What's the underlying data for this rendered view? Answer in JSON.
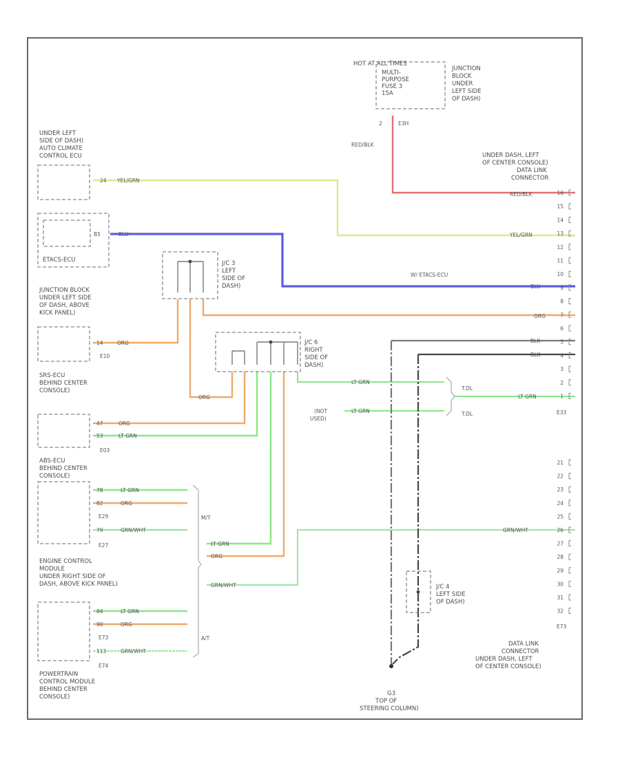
{
  "colors": {
    "red": "#e07070",
    "yellow": "#d6ec8c",
    "blue": "#5b5be6",
    "orange": "#f0a868",
    "green": "#86e886",
    "gray": "#777777",
    "black": "#444444"
  },
  "fuse": {
    "hot_label": "HOT AT ALL TIMES",
    "fuse_label": "MULTI- PURPOSE FUSE 3 15A",
    "jb_label": "JUNCTION BLOCK UNDER LEFT SIDE OF DASH)",
    "pin": "2",
    "conn": "E3H",
    "wire": "RED/BLK"
  },
  "dlc_top": {
    "title": "UNDER DASH, LEFT OF CENTER CONSOLE) DATA LINK CONNECTOR",
    "pins": [
      "16",
      "15",
      "14",
      "13",
      "12",
      "11",
      "10",
      "9",
      "8",
      "7",
      "6",
      "5",
      "4",
      "3",
      "2",
      "1"
    ],
    "conn": "E33"
  },
  "dlc_bottom": {
    "pins": [
      "21",
      "22",
      "23",
      "24",
      "25",
      "26",
      "27",
      "28",
      "29",
      "30",
      "31",
      "32"
    ],
    "conn": "E73",
    "title": "DATA LINK CONNECTOR UNDER DASH, LEFT OF CENTER CONSOLE)"
  },
  "components": {
    "auto_climate": {
      "label": "UNDER LEFT SIDE OF DASH) AUTO CLIMATE CONTROL ECU",
      "pin": "24"
    },
    "etacs": {
      "label": "ETACS-ECU",
      "pin": "B5"
    },
    "jc3": {
      "label": "J/C 3 LEFT SIDE OF DASH)"
    },
    "jb2": {
      "label": "JUNCTION BLOCK UNDER LEFT SIDE OF DASH, ABOVE KICK PANEL)"
    },
    "srs": {
      "label": "SRS-ECU BEHIND CENTER CONSOLE)",
      "pin": "14",
      "conn": "E10"
    },
    "jc6": {
      "label": "J/C 6 RIGHT SIDE OF DASH)"
    },
    "abs": {
      "label": "ABS-ECU BEHIND CENTER CONSOLE)",
      "pin1": "47",
      "pin2": "53",
      "conn": "E03"
    },
    "ecm": {
      "label": "ENGINE CONTROL MODULE UNDER RIGHT SIDE OF DASH, ABOVE KICK PANEL)",
      "pin1": "78",
      "pin2": "82",
      "pin3": "79",
      "conn1": "E29",
      "conn2": "E27"
    },
    "pcm": {
      "label": "POWERTRAIN CONTROL MODULE BEHIND CENTER CONSOLE)",
      "pin1": "84",
      "pin2": "90",
      "pin3": "113",
      "conn1": "E73",
      "conn2": "E74"
    },
    "jc4": {
      "label": "J/C 4 LEFT SIDE OF DASH)"
    },
    "ground": {
      "label": "G3 TOP OF STEERING COLUMN)"
    }
  },
  "wires": {
    "yelgrn": "YEL/GRN",
    "blu": "BLU",
    "org": "ORG",
    "ltgrn": "LT GRN",
    "grnwht": "GRN/WHT",
    "blk": "BLK",
    "etacs_note": "W/ ETACS-ECU",
    "tdl": "T.DL",
    "not_used": "(NOT USED)",
    "mt": "M/T",
    "at": "A/T",
    "red_blk": "RED/BLK"
  }
}
